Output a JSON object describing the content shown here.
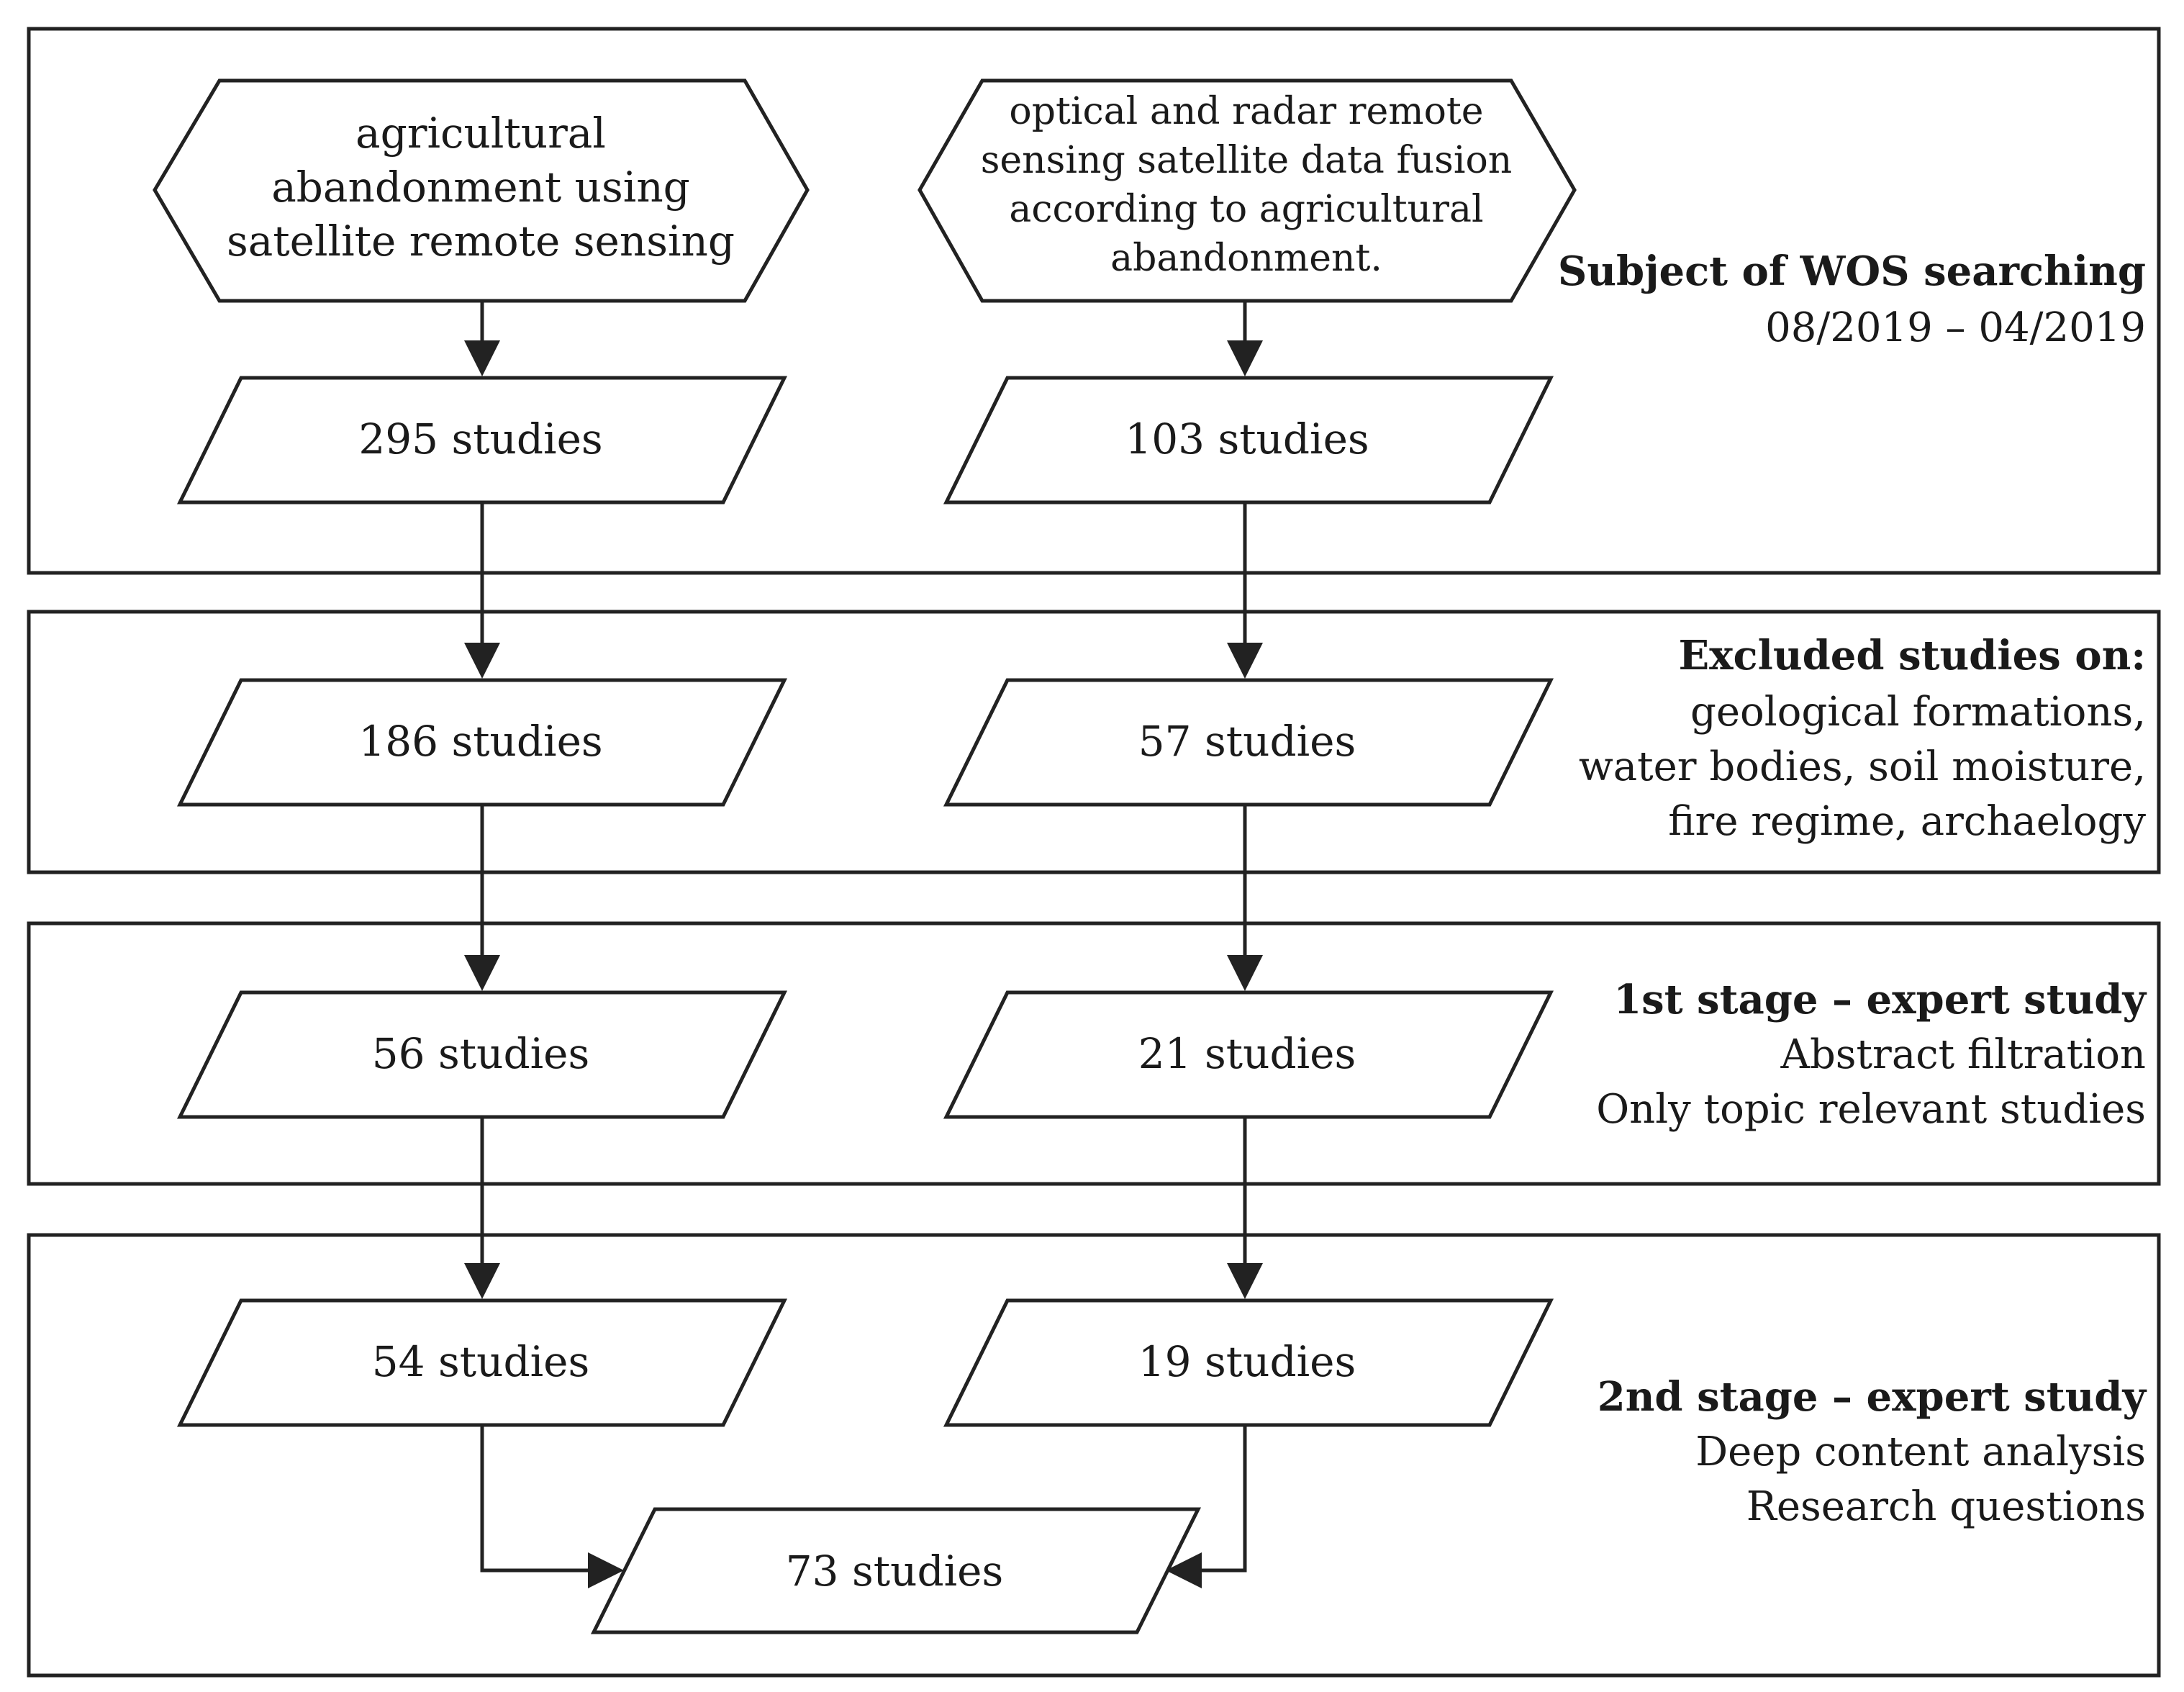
{
  "search_terms": {
    "left": [
      "agricultural",
      "abandonment using",
      "satellite remote sensing"
    ],
    "right": [
      "optical and radar remote",
      "sensing satellite data fusion",
      "according to agricultural",
      "abandonment."
    ]
  },
  "counts": {
    "left": [
      "295 studies",
      "186 studies",
      "56 studies",
      "54 studies"
    ],
    "right": [
      "103 studies",
      "57 studies",
      "21 studies",
      "19 studies"
    ],
    "merged": "73 studies"
  },
  "panels": [
    {
      "title": "Subject of WOS searching",
      "lines": [
        "08/2019 – 04/2019"
      ]
    },
    {
      "title": "Excluded studies on:",
      "lines": [
        "geological formations,",
        "water bodies, soil moisture,",
        "fire regime, archaelogy"
      ]
    },
    {
      "title": "1st stage – expert study",
      "lines": [
        "Abstract filtration",
        "Only topic relevant studies"
      ]
    },
    {
      "title": "2nd stage – expert study",
      "lines": [
        "Deep content analysis",
        "Research questions"
      ]
    }
  ]
}
